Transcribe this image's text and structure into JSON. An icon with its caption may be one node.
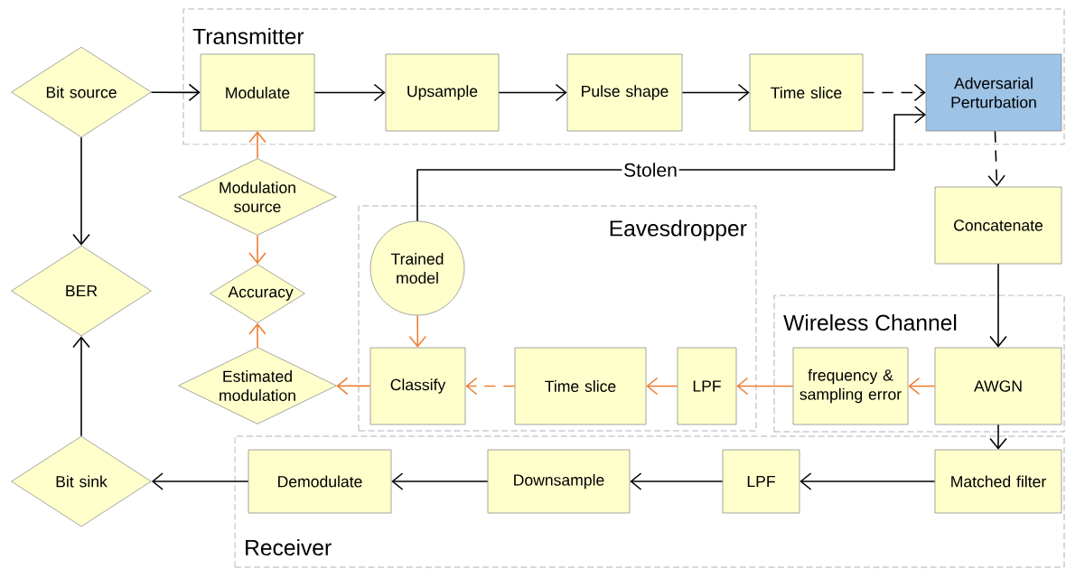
{
  "diagram": {
    "nodes": [
      {
        "text": [
          "Transmitter"
        ]
      },
      {
        "text": [
          "Bit source"
        ]
      },
      {
        "text": [
          "Modulate"
        ],
        "in": 0
      },
      {
        "text": [
          "Upsample"
        ],
        "in": 0
      },
      {
        "text": [
          "Pulse shape"
        ],
        "in": 0
      },
      {
        "text": [
          "Time slice"
        ],
        "in": 0
      },
      {
        "text": [
          "Adversarial Perturbation"
        ],
        "in": 0
      },
      {
        "text": [
          "BER"
        ]
      },
      {
        "text": [
          "Modulation source"
        ]
      },
      {
        "text": [
          "Eavesdropper"
        ]
      },
      {
        "text": [
          "Trained model"
        ],
        "in": 9
      },
      {
        "text": [
          "Concatenate"
        ]
      },
      {
        "text": [
          "Accuracy"
        ]
      },
      {
        "text": [
          "Wireless Channel"
        ]
      },
      {
        "text": [
          "Estimated modulation"
        ]
      },
      {
        "text": [
          "Classify"
        ],
        "in": 9
      },
      {
        "text": [
          "Time slice"
        ],
        "in": 9
      },
      {
        "text": [
          "LPF"
        ],
        "in": 9
      },
      {
        "text": [
          "frequency & sampling error"
        ],
        "in": 13
      },
      {
        "text": [
          "AWGN"
        ],
        "in": 13
      },
      {
        "text": [
          "Receiver"
        ]
      },
      {
        "text": [
          "Bit sink"
        ]
      },
      {
        "text": [
          "Demodulate"
        ],
        "in": 20
      },
      {
        "text": [
          "Downsample"
        ],
        "in": 20
      },
      {
        "text": [
          "LPF"
        ],
        "in": 20
      },
      {
        "text": [
          "Matched filter"
        ],
        "in": 20
      }
    ],
    "edges": [
      {
        "from": 1,
        "to": 2,
        "arrow": "to"
      },
      {
        "from": 2,
        "to": 3,
        "arrow": "to"
      },
      {
        "from": 3,
        "to": 4,
        "arrow": "to"
      },
      {
        "from": 4,
        "to": 5,
        "arrow": "to"
      },
      {
        "from": 5,
        "to": 6,
        "arrow": "to",
        "style": "dashed"
      },
      {
        "from": 10,
        "to": 6,
        "arrow": "to",
        "label": "Stolen"
      },
      {
        "from": 6,
        "to": 11,
        "arrow": "to",
        "style": "dashed"
      },
      {
        "from": 11,
        "to": 19,
        "arrow": "to"
      },
      {
        "from": 19,
        "to": 25,
        "arrow": "to"
      },
      {
        "from": 25,
        "to": 24,
        "arrow": "to"
      },
      {
        "from": 24,
        "to": 23,
        "arrow": "to"
      },
      {
        "from": 23,
        "to": 22,
        "arrow": "to"
      },
      {
        "from": 22,
        "to": 21,
        "arrow": "to"
      },
      {
        "from": 21,
        "to": 7,
        "arrow": "to"
      },
      {
        "from": 1,
        "to": 7,
        "arrow": "to"
      },
      {
        "from": 8,
        "to": 2,
        "arrow": "to",
        "color": "#ed7d31"
      },
      {
        "from": 8,
        "to": 12,
        "arrow": "to",
        "color": "#ed7d31"
      },
      {
        "from": 14,
        "to": 12,
        "arrow": "to",
        "color": "#ed7d31"
      },
      {
        "from": 10,
        "to": 15,
        "arrow": "to",
        "color": "#ed7d31"
      },
      {
        "from": 19,
        "to": 18,
        "arrow": "to",
        "color": "#ed7d31"
      },
      {
        "from": 18,
        "to": 17,
        "arrow": "to",
        "color": "#ed7d31"
      },
      {
        "from": 17,
        "to": 16,
        "arrow": "to",
        "color": "#ed7d31"
      },
      {
        "from": 16,
        "to": 15,
        "arrow": "to",
        "style": "dashed",
        "color": "#ed7d31"
      },
      {
        "from": 15,
        "to": 14,
        "arrow": "to",
        "color": "#ed7d31"
      }
    ]
  }
}
